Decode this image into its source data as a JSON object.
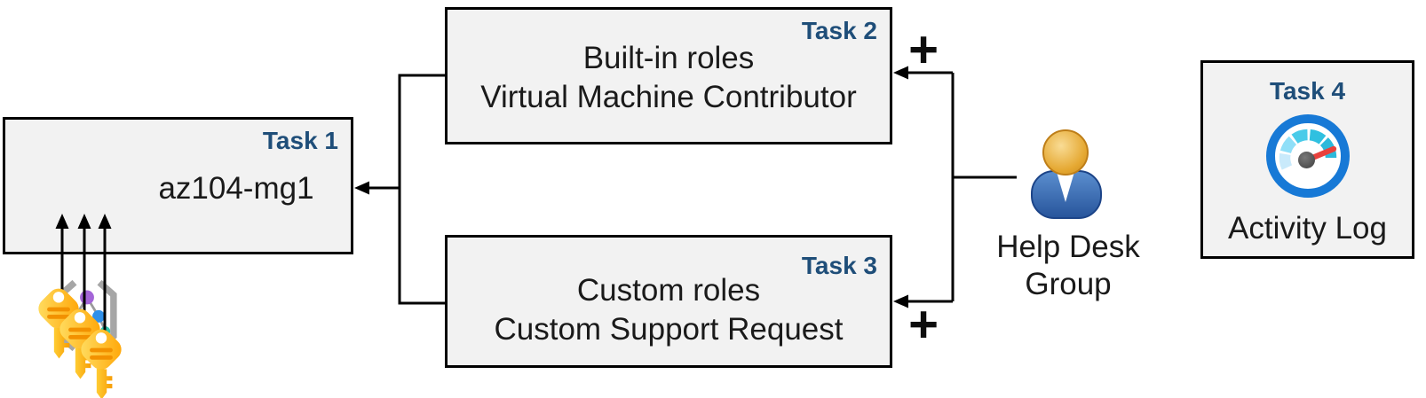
{
  "colors": {
    "task_badge": "#1F4E79",
    "box_fill": "#F2F2F2",
    "box_border": "#000000",
    "connector": "#000000",
    "text": "#1A1A1A",
    "key_stripe": "#F29100",
    "gauge_ring": "#1779D6",
    "needle_red": "#E8413C",
    "hub_gray": "#4D4D4D",
    "bracket_gray": "#A6A6A6",
    "tree_root": "#A465D8",
    "tree_mid": "#2E90EA",
    "tree_leaf": "#2EC4AE",
    "key_gold": "#FFB900",
    "person_body_blue": "#2F64AD",
    "person_head_gold": "#E7A93C"
  },
  "task1": {
    "badge": "Task 1",
    "label": "az104-mg1",
    "icon": "management-group-icon"
  },
  "task2": {
    "badge": "Task 2",
    "line1": "Built-in roles",
    "line2": "Virtual Machine Contributor"
  },
  "task3": {
    "badge": "Task 3",
    "line1": "Custom roles",
    "line2": "Custom Support Request"
  },
  "task4": {
    "badge": "Task 4",
    "label": "Activity Log",
    "icon": "activity-log-gauge-icon"
  },
  "help_desk_group": {
    "line1": "Help Desk",
    "line2": "Group",
    "icon": "person-icon"
  },
  "plus_top": "+",
  "plus_bottom": "+",
  "keys": {
    "icon": "key-icon",
    "count": 3
  }
}
